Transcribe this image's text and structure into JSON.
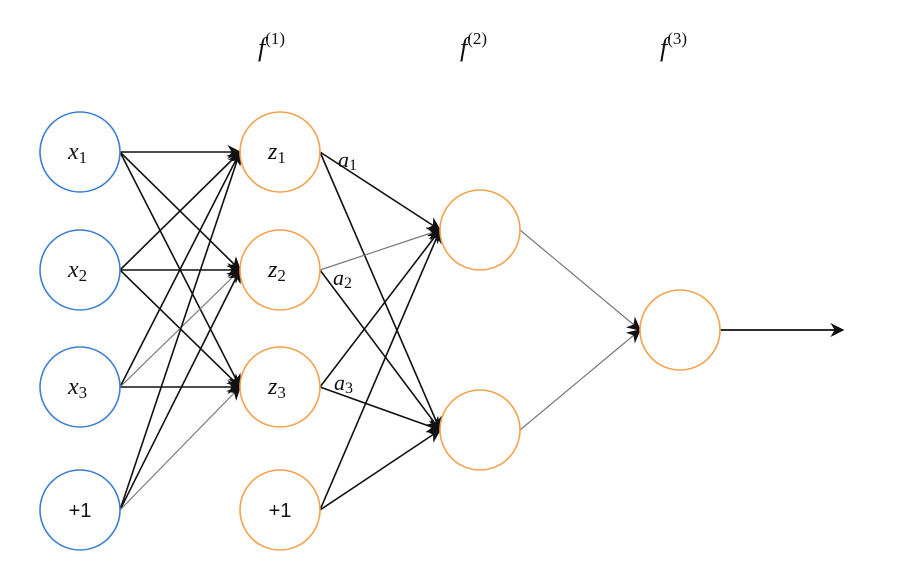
{
  "colors": {
    "input": "#3d7fd0",
    "hidden": "#f5a14a",
    "edge_dark": "#111111",
    "edge_light": "#777777"
  },
  "layer_titles": [
    {
      "fn": "f",
      "sup": "(1)"
    },
    {
      "fn": "f",
      "sup": "(2)"
    },
    {
      "fn": "f",
      "sup": "(3)"
    }
  ],
  "layers": [
    {
      "name": "input",
      "nodes": [
        {
          "id": "x1",
          "var": "x",
          "sub": "1"
        },
        {
          "id": "x2",
          "var": "x",
          "sub": "2"
        },
        {
          "id": "x3",
          "var": "x",
          "sub": "3"
        },
        {
          "id": "b0",
          "label": "+1"
        }
      ]
    },
    {
      "name": "hidden1",
      "nodes": [
        {
          "id": "z1",
          "var": "z",
          "sub": "1",
          "out": {
            "var": "a",
            "sub": "1"
          }
        },
        {
          "id": "z2",
          "var": "z",
          "sub": "2",
          "out": {
            "var": "a",
            "sub": "2"
          }
        },
        {
          "id": "z3",
          "var": "z",
          "sub": "3",
          "out": {
            "var": "a",
            "sub": "3"
          }
        },
        {
          "id": "b1",
          "label": "+1"
        }
      ]
    },
    {
      "name": "hidden2",
      "nodes": [
        {
          "id": "h1"
        },
        {
          "id": "h2"
        }
      ]
    },
    {
      "name": "output",
      "nodes": [
        {
          "id": "o1"
        }
      ]
    }
  ],
  "edges": [
    [
      "x1",
      "z1"
    ],
    [
      "x1",
      "z2"
    ],
    [
      "x1",
      "z3"
    ],
    [
      "x2",
      "z1"
    ],
    [
      "x2",
      "z2"
    ],
    [
      "x2",
      "z3"
    ],
    [
      "x3",
      "z1"
    ],
    [
      "x3",
      "z2"
    ],
    [
      "x3",
      "z3"
    ],
    [
      "b0",
      "z1"
    ],
    [
      "b0",
      "z2"
    ],
    [
      "b0",
      "z3"
    ],
    [
      "z1",
      "h1"
    ],
    [
      "z1",
      "h2"
    ],
    [
      "z2",
      "h1"
    ],
    [
      "z2",
      "h2"
    ],
    [
      "z3",
      "h1"
    ],
    [
      "z3",
      "h2"
    ],
    [
      "b1",
      "h1"
    ],
    [
      "b1",
      "h2"
    ],
    [
      "h1",
      "o1"
    ],
    [
      "h2",
      "o1"
    ]
  ],
  "output_arrow": true
}
